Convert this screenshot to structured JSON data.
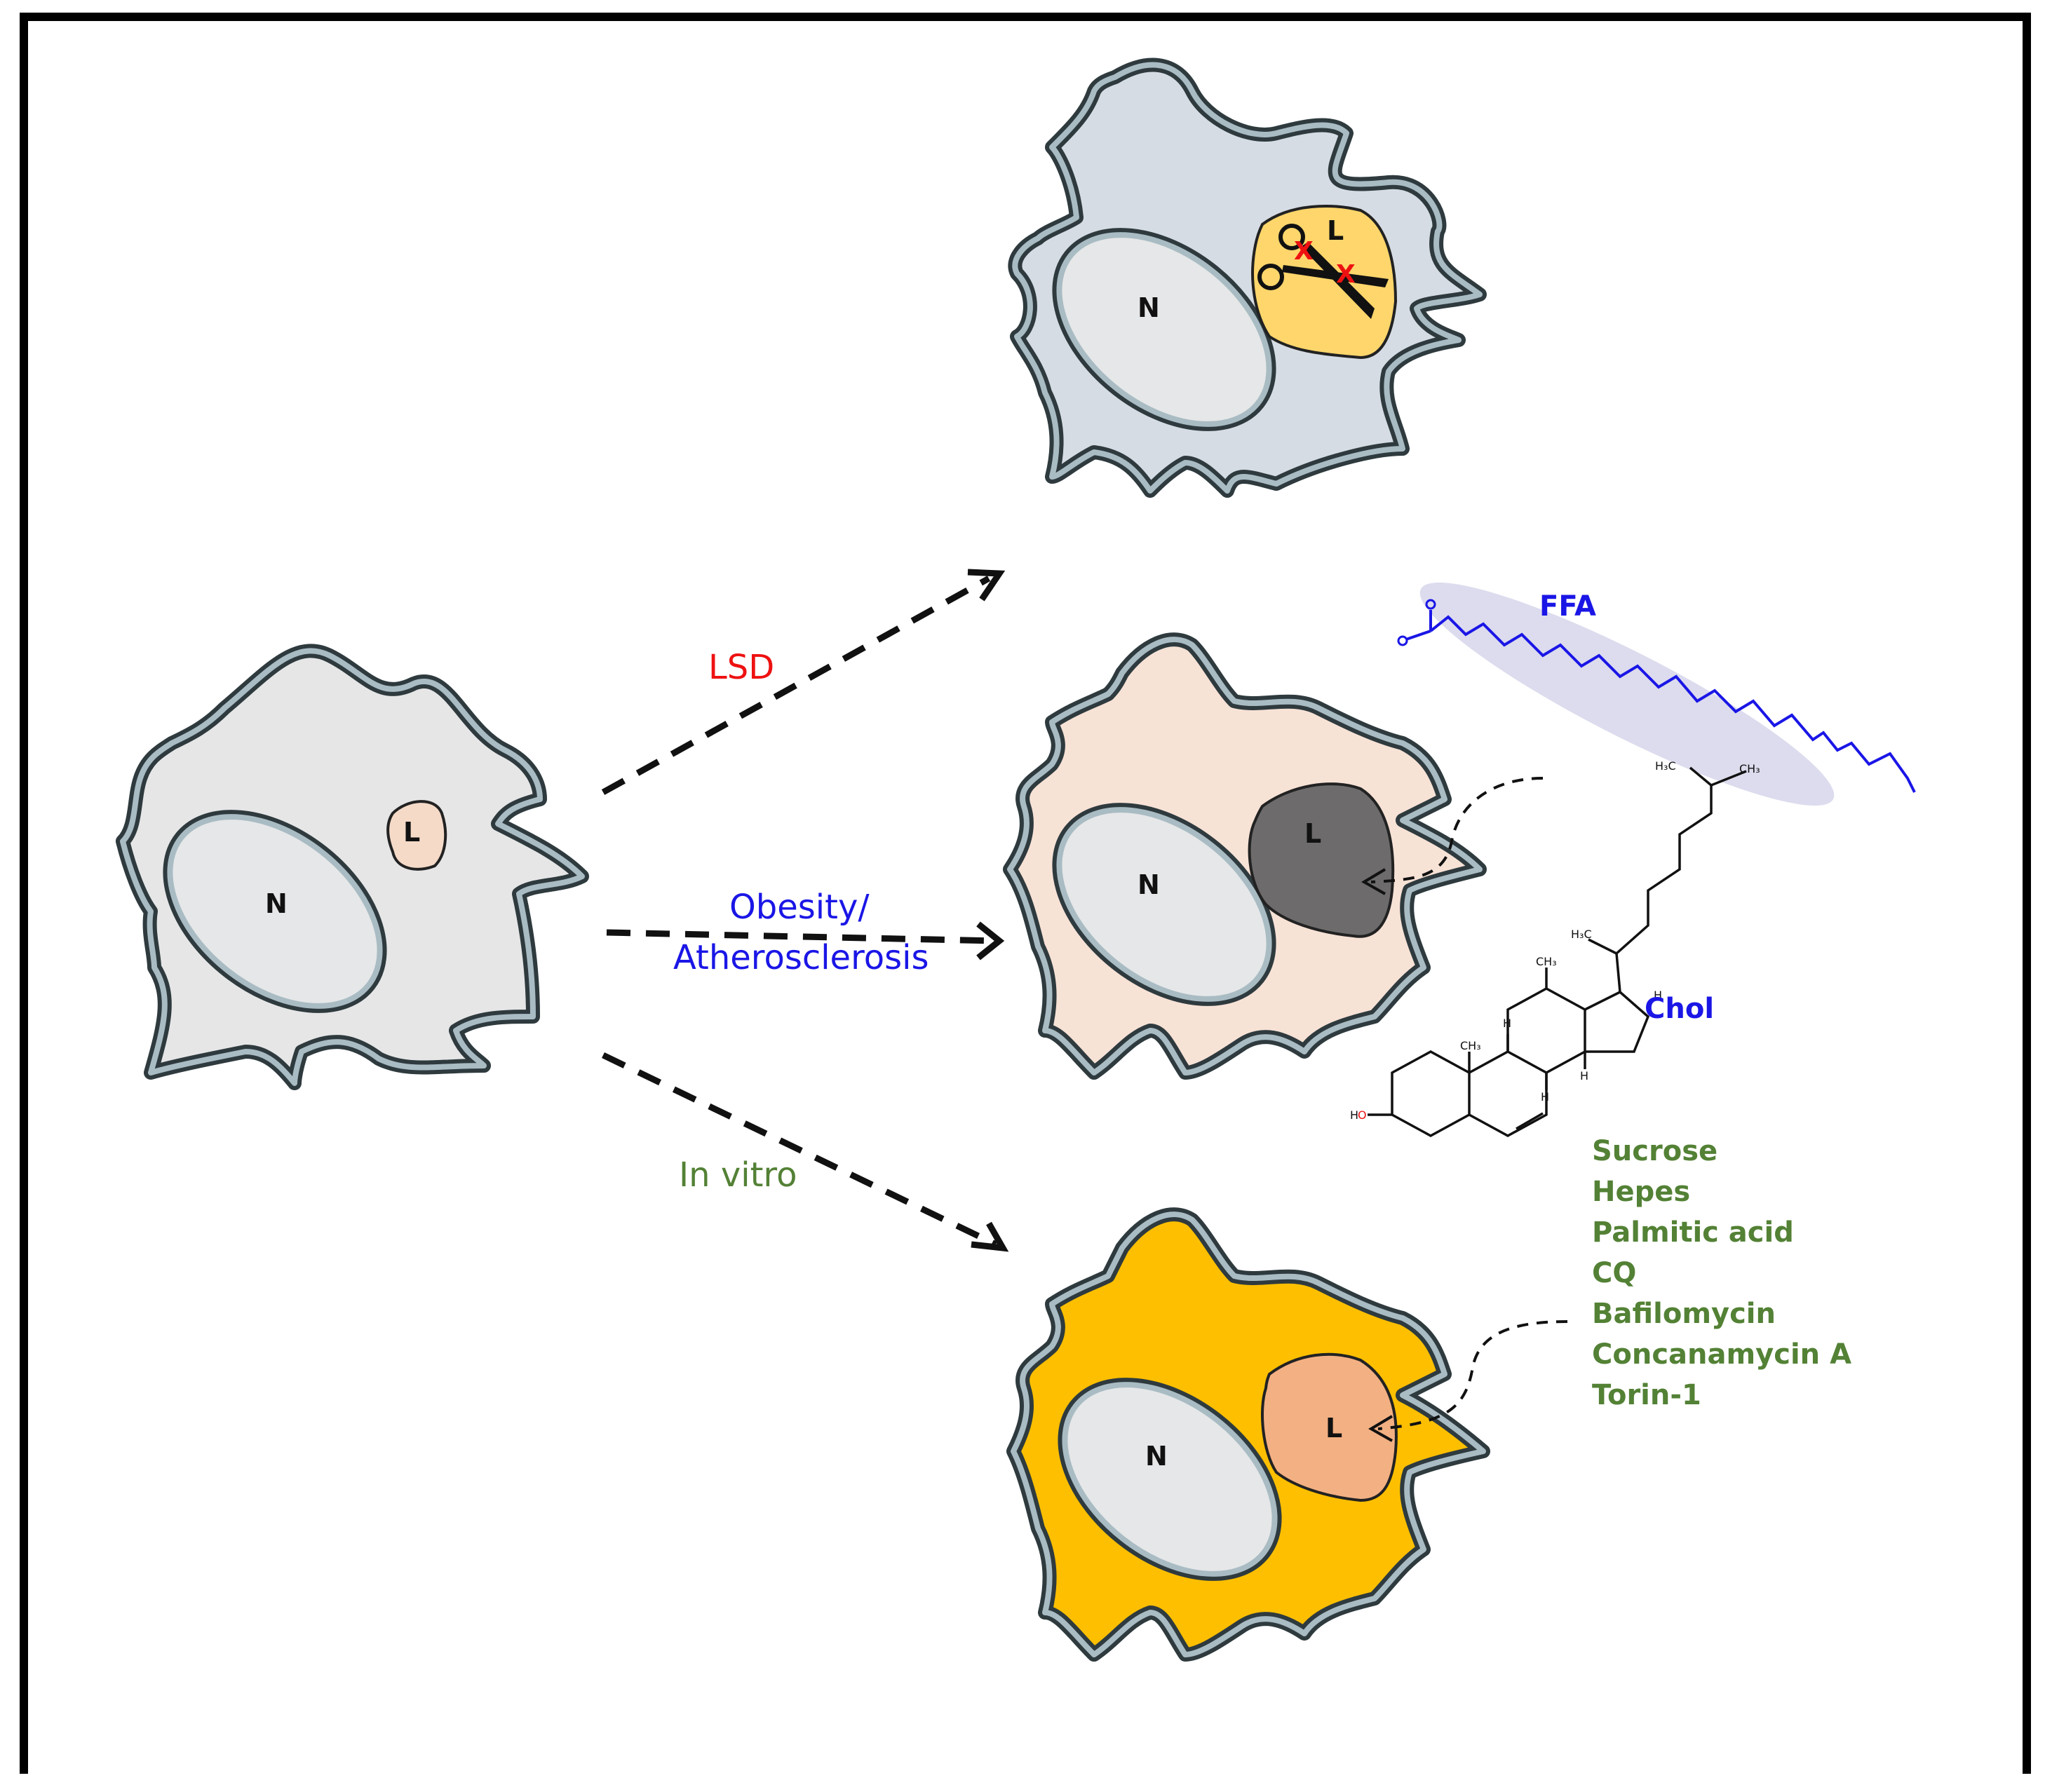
{
  "cells": {
    "normal": {
      "nucleus": "N",
      "lysosome": "L",
      "cytoplasm_color": "#e6e6e6",
      "lysosome_color": "#f5dac8"
    },
    "lsd": {
      "nucleus": "N",
      "lysosome": "L",
      "cytoplasm_color": "#d5dce4",
      "lysosome_color": "#fed66b",
      "mark": "X"
    },
    "obesity": {
      "nucleus": "N",
      "lysosome": "L",
      "cytoplasm_color": "#f7e2d6",
      "lysosome_color": "#6d6b6b"
    },
    "in_vitro": {
      "nucleus": "N",
      "lysosome": "L",
      "cytoplasm_color": "#fdbf00",
      "lysosome_color": "#f3b083"
    }
  },
  "arrows": {
    "lsd": {
      "label": "LSD",
      "color": "#ee1111"
    },
    "obesity": {
      "label_line1": "Obesity/",
      "label_line2": "Atherosclerosis",
      "color": "#1a16e6"
    },
    "in_vitro": {
      "label": "In vitro",
      "color": "#538135"
    }
  },
  "molecules": {
    "ffa": {
      "label": "FFA",
      "color": "#1a16e6"
    },
    "chol": {
      "label": "Chol",
      "color": "#1a16e6"
    }
  },
  "agents": {
    "color": "#538135",
    "items": [
      "Sucrose",
      "Hepes",
      "Palmitic acid",
      "CQ",
      "Bafilomycin",
      "Concanamycin A",
      "Torin-1"
    ]
  },
  "icons": [
    "scissors-icon",
    "cholesterol-structure-icon",
    "fatty-acid-structure-icon"
  ]
}
